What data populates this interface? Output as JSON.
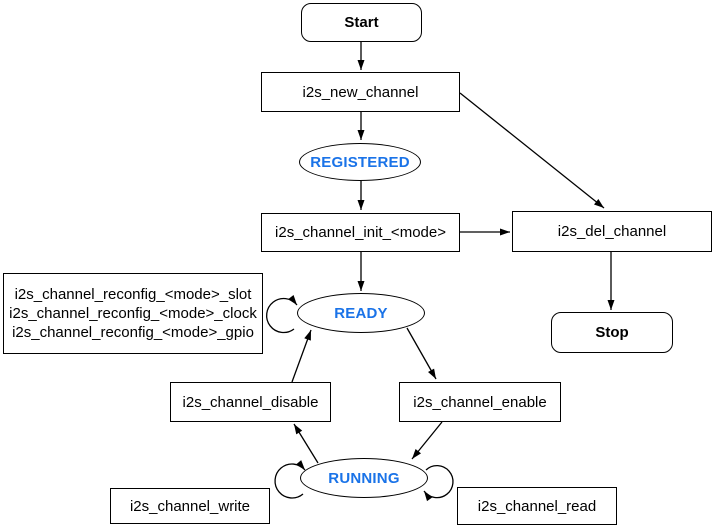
{
  "colors": {
    "state_text": "#1A73E8",
    "line": "#000000",
    "node_fill": "#ffffff",
    "node_border": "#000000"
  },
  "nodes": {
    "start": {
      "label": "Start"
    },
    "new_channel": {
      "label": "i2s_new_channel"
    },
    "registered": {
      "label": "REGISTERED"
    },
    "init": {
      "label": "i2s_channel_init_<mode>"
    },
    "del_channel": {
      "label": "i2s_del_channel"
    },
    "stop": {
      "label": "Stop"
    },
    "reconfig": {
      "lines": [
        "i2s_channel_reconfig_<mode>_slot",
        "i2s_channel_reconfig_<mode>_clock",
        "i2s_channel_reconfig_<mode>_gpio"
      ]
    },
    "ready": {
      "label": "READY"
    },
    "disable": {
      "label": "i2s_channel_disable"
    },
    "enable": {
      "label": "i2s_channel_enable"
    },
    "running": {
      "label": "RUNNING"
    },
    "write": {
      "label": "i2s_channel_write"
    },
    "read": {
      "label": "i2s_channel_read"
    }
  }
}
